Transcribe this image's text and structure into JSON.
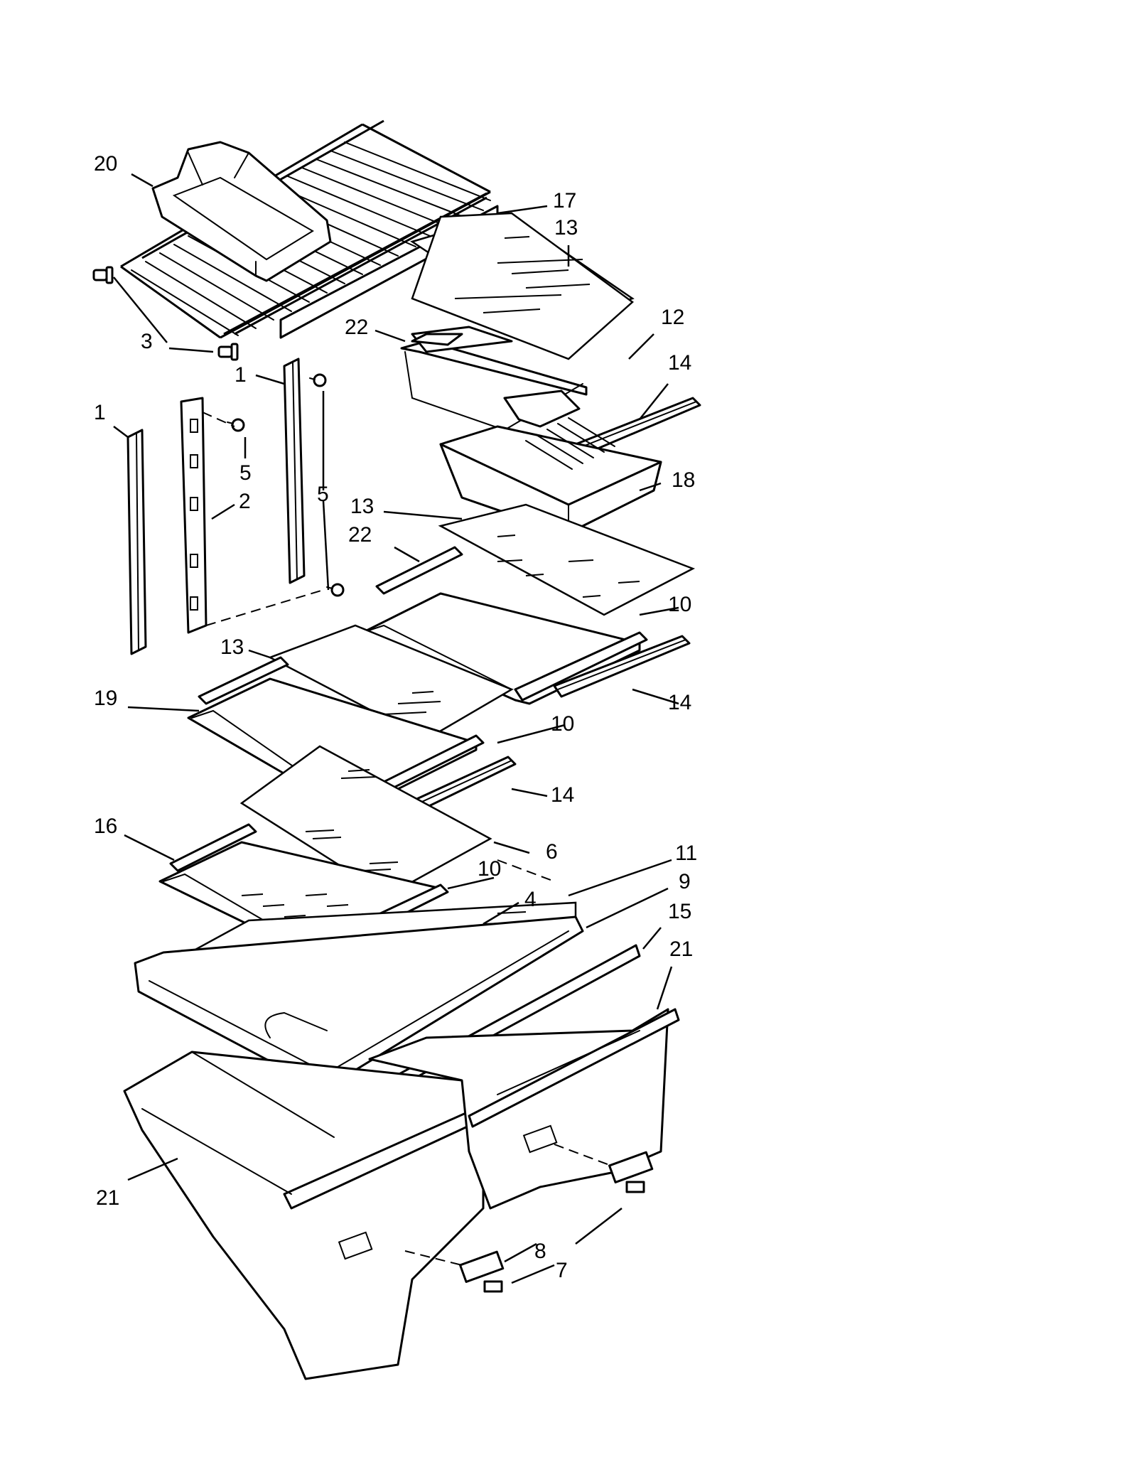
{
  "callouts": [
    {
      "id": "c20",
      "text": "20"
    },
    {
      "id": "c17",
      "text": "17"
    },
    {
      "id": "c13a",
      "text": "13"
    },
    {
      "id": "c3",
      "text": "3"
    },
    {
      "id": "c22a",
      "text": "22"
    },
    {
      "id": "c12",
      "text": "12"
    },
    {
      "id": "c14a",
      "text": "14"
    },
    {
      "id": "c1a",
      "text": "1"
    },
    {
      "id": "c1b",
      "text": "1"
    },
    {
      "id": "c5a",
      "text": "5"
    },
    {
      "id": "c2",
      "text": "2"
    },
    {
      "id": "c5b",
      "text": "5"
    },
    {
      "id": "c18",
      "text": "18"
    },
    {
      "id": "c13b",
      "text": "13"
    },
    {
      "id": "c22b",
      "text": "22"
    },
    {
      "id": "c10a",
      "text": "10"
    },
    {
      "id": "c13c",
      "text": "13"
    },
    {
      "id": "c19",
      "text": "19"
    },
    {
      "id": "c14b",
      "text": "14"
    },
    {
      "id": "c10b",
      "text": "10"
    },
    {
      "id": "c14c",
      "text": "14"
    },
    {
      "id": "c16",
      "text": "16"
    },
    {
      "id": "c6",
      "text": "6"
    },
    {
      "id": "c11",
      "text": "11"
    },
    {
      "id": "c10c",
      "text": "10"
    },
    {
      "id": "c9",
      "text": "9"
    },
    {
      "id": "c4",
      "text": "4"
    },
    {
      "id": "c15",
      "text": "15"
    },
    {
      "id": "c21a",
      "text": "21"
    },
    {
      "id": "c21b",
      "text": "21"
    },
    {
      "id": "c8",
      "text": "8"
    },
    {
      "id": "c7",
      "text": "7"
    }
  ]
}
